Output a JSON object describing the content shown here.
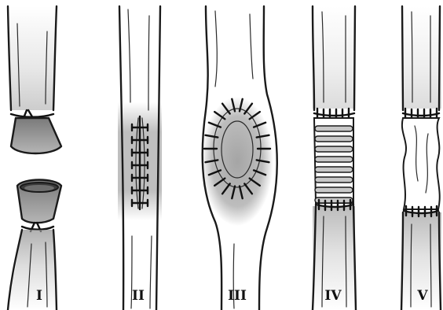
{
  "panels": [
    {
      "label": "I"
    },
    {
      "label": "II"
    },
    {
      "label": "III"
    },
    {
      "label": "IV"
    },
    {
      "label": "V"
    }
  ],
  "colors": {
    "ink": "#1a1a1a",
    "shade": "#8a8a8a",
    "background": "#ffffff"
  }
}
